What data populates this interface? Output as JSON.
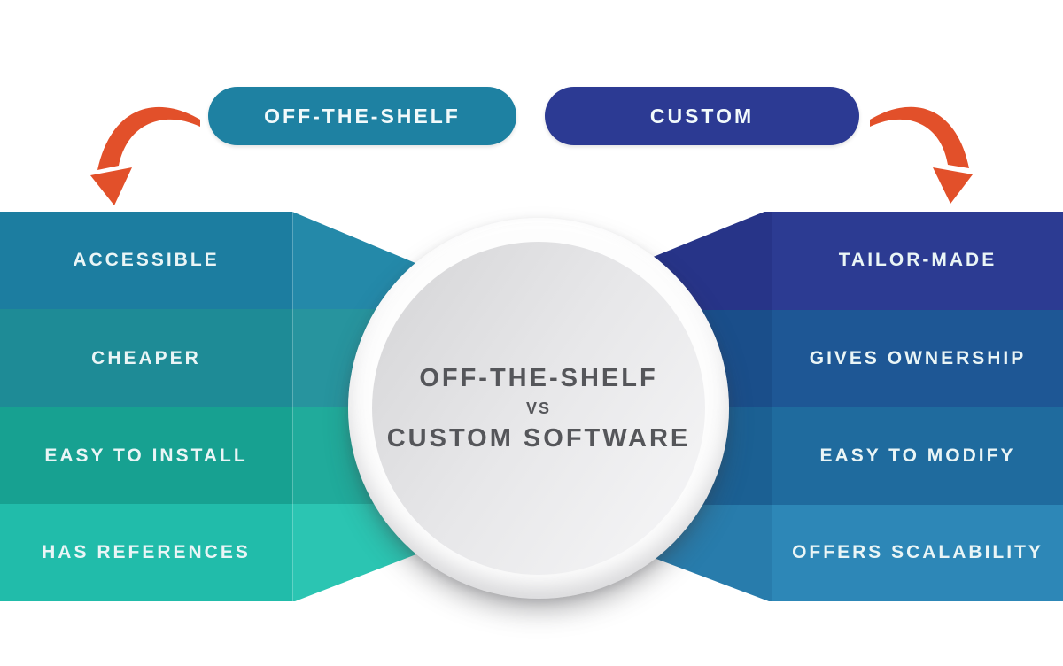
{
  "title_pills": {
    "left_label": "OFF-THE-SHELF",
    "right_label": "CUSTOM",
    "left_color": "#1E81A2",
    "right_color": "#2C3A93"
  },
  "center_circle": {
    "line1": "OFF-THE-SHELF",
    "divider": "VS",
    "line2": "CUSTOM SOFTWARE",
    "text_color": "#55565A"
  },
  "left_column": {
    "items": [
      {
        "label": "ACCESSIBLE",
        "color": "#1C7DA0",
        "wedge_color": "#2489A9"
      },
      {
        "label": "CHEAPER",
        "color": "#1E8B96",
        "wedge_color": "#27949E"
      },
      {
        "label": "EASY TO INSTALL",
        "color": "#17A191",
        "wedge_color": "#20AB9B"
      },
      {
        "label": "HAS REFERENCES",
        "color": "#21BCAA",
        "wedge_color": "#2BC5B2"
      }
    ]
  },
  "right_column": {
    "items": [
      {
        "label": "TAILOR-MADE",
        "color": "#2C3B92",
        "wedge_color": "#273488"
      },
      {
        "label": "GIVES OWNERSHIP",
        "color": "#1E5795",
        "wedge_color": "#1A4E8A"
      },
      {
        "label": "EASY TO MODIFY",
        "color": "#1F6B9E",
        "wedge_color": "#1B6093"
      },
      {
        "label": "OFFERS SCALABILITY",
        "color": "#2D87B7",
        "wedge_color": "#287CAC"
      }
    ]
  },
  "arrows": {
    "color": "#E2502A"
  }
}
